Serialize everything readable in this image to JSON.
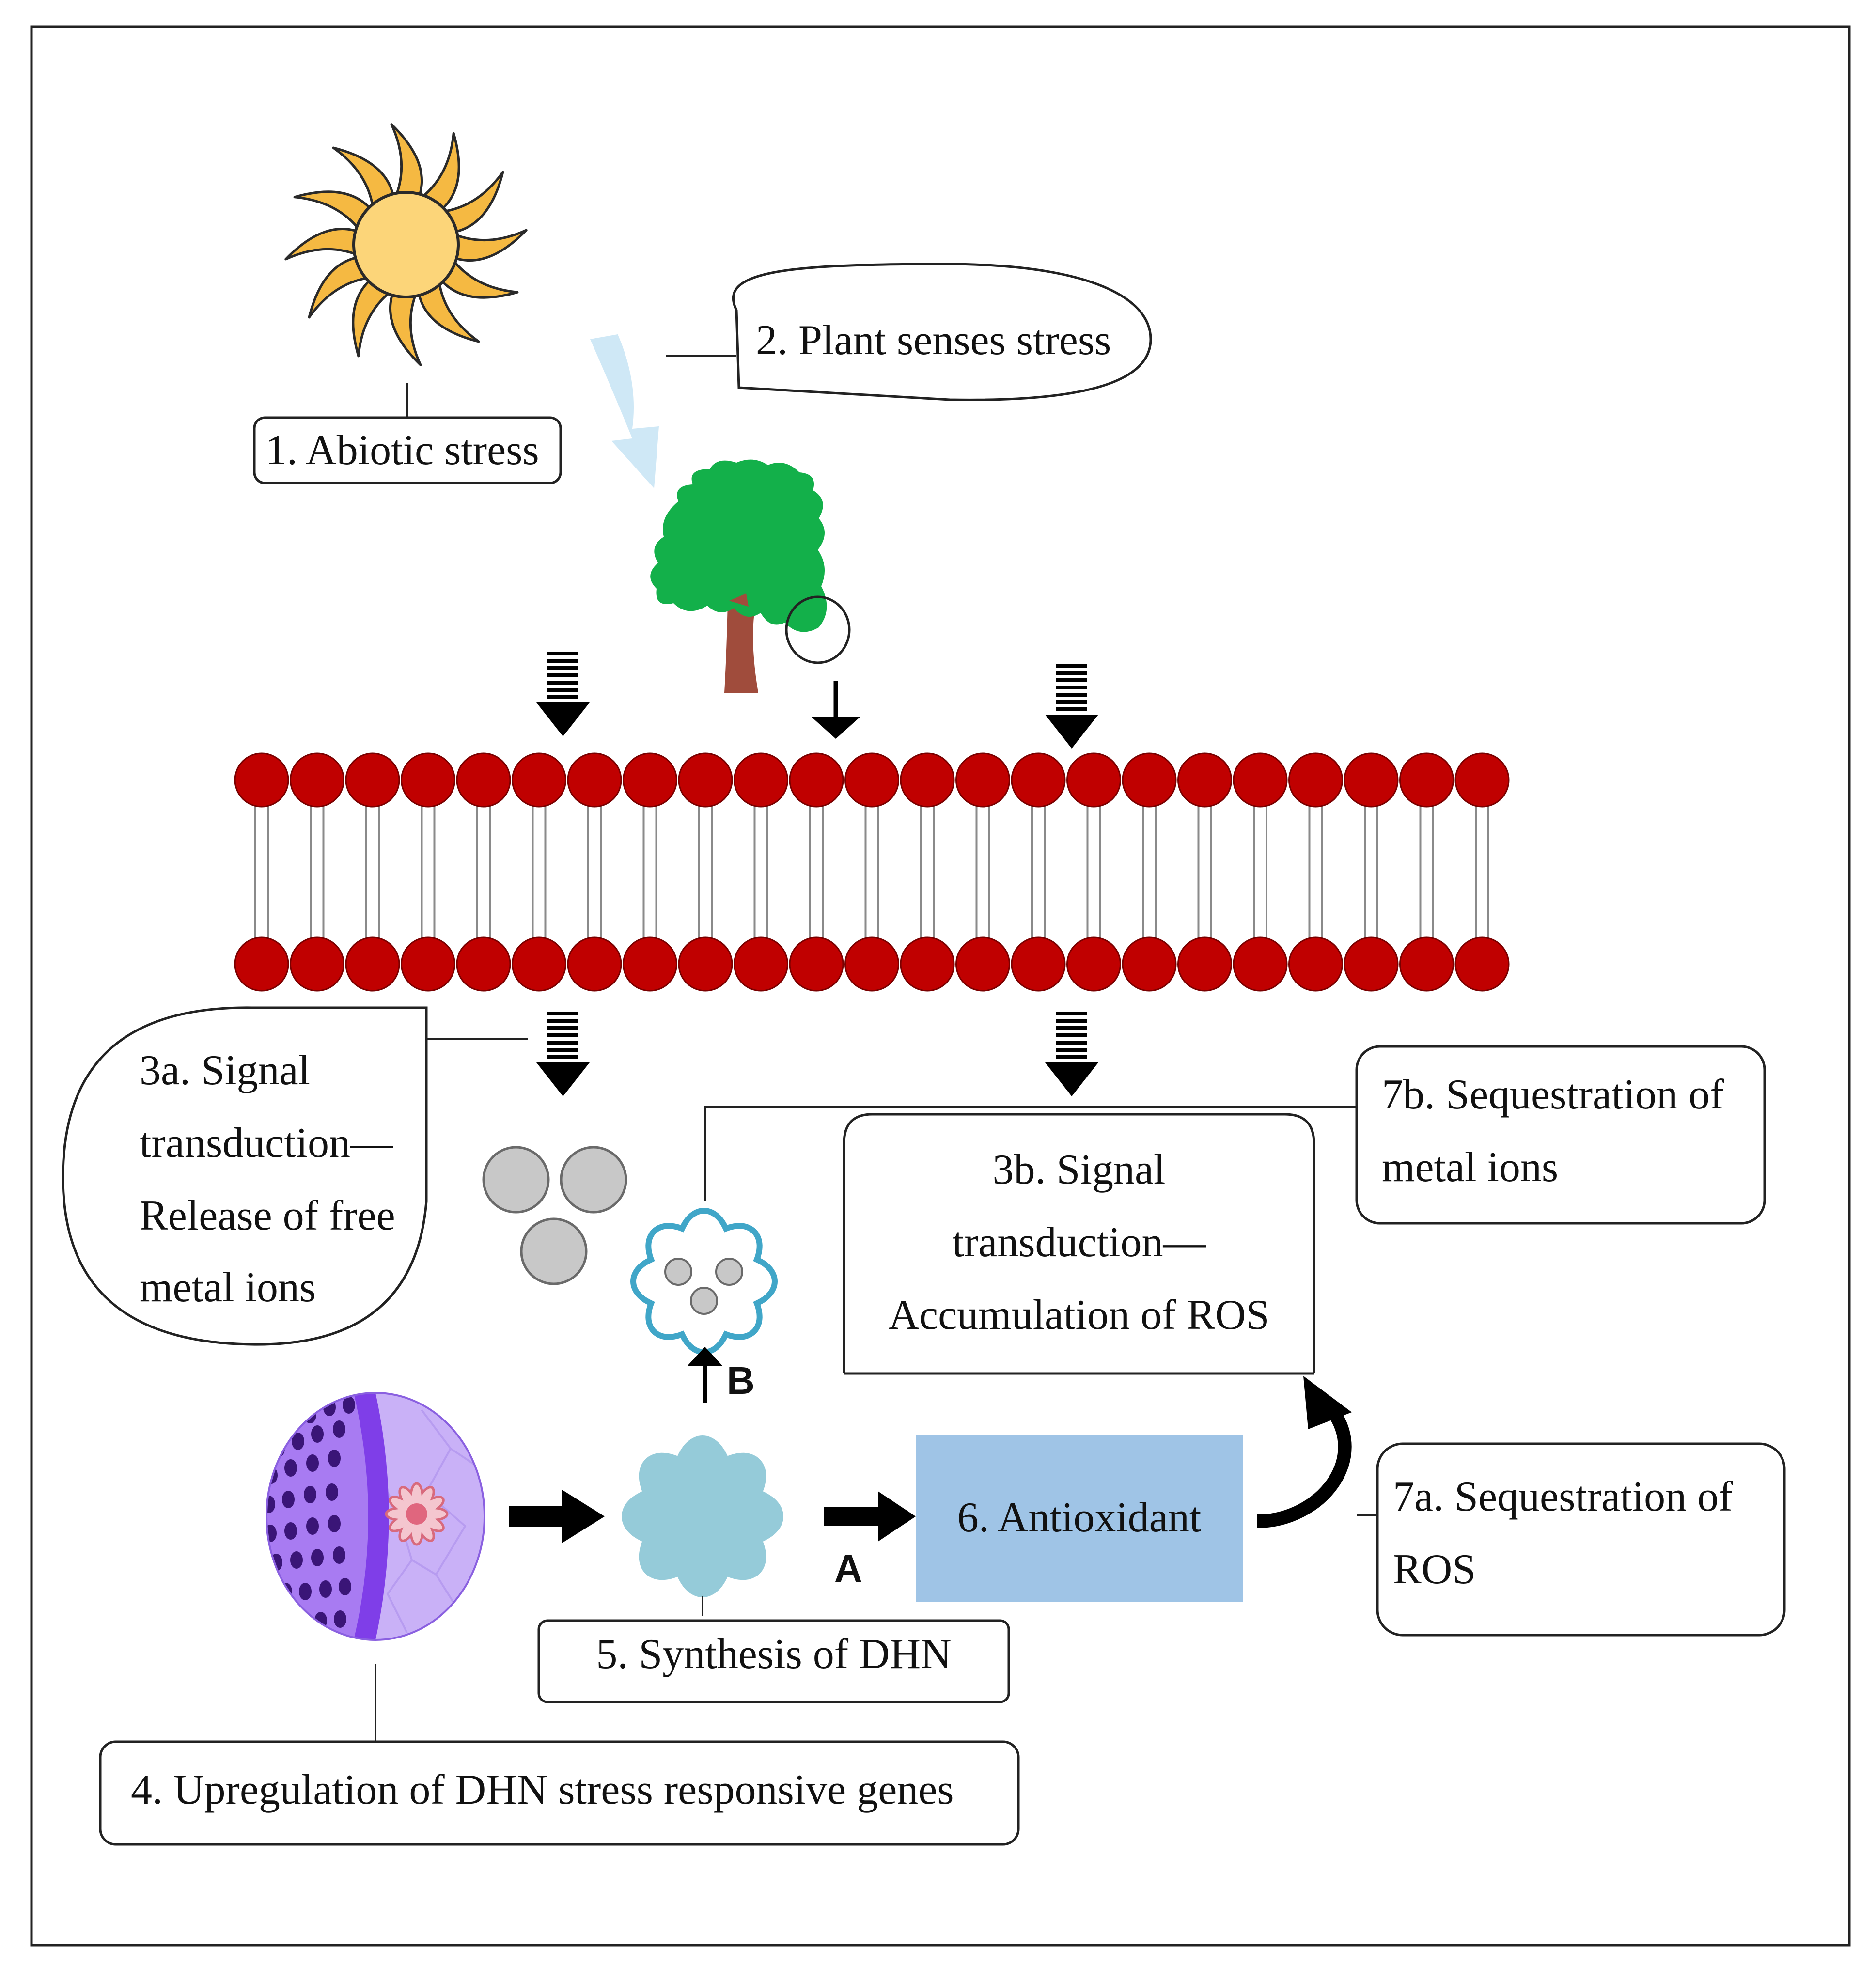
{
  "labels": {
    "abiotic_stress": "1. Abiotic stress",
    "plant_senses": "2. Plant senses stress",
    "signal_3a": [
      "3a. Signal",
      "transduction—",
      "Release of free",
      "metal ions"
    ],
    "signal_3b": [
      "3b. Signal",
      "transduction—",
      "Accumulation of ROS"
    ],
    "upregulation": "4. Upregulation of DHN stress responsive genes",
    "synthesis": "5. Synthesis of DHN",
    "antioxidant": "6. Antioxidant",
    "seq_ros": [
      "7a. Sequestration of",
      "ROS"
    ],
    "seq_metal": [
      "7b. Sequestration of",
      "metal ions"
    ]
  },
  "markers": {
    "a": "A",
    "b": "B"
  },
  "colors": {
    "lipid_head": "#c00000",
    "sun_rays": "#f5b942",
    "sun_core": "#fcd579",
    "tree_canopy": "#13b04a",
    "tree_trunk": "#a04c3c",
    "sense_arrow": "#cfe8f6",
    "metal_ion": "#c8c8c8",
    "dhn_protein": "#95cbd9",
    "dhn_outline": "#40a6c8",
    "antioxidant_fill": "#9fc4e6",
    "cell_purple": "#a87bf2"
  }
}
